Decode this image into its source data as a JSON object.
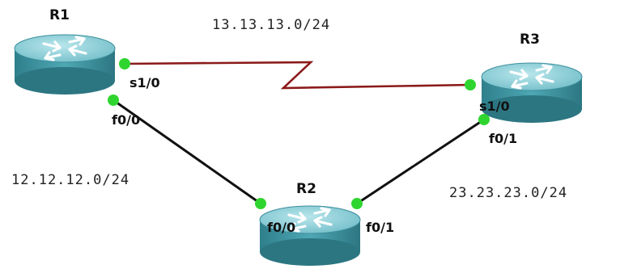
{
  "routers": {
    "r1": {
      "name": "R1"
    },
    "r2": {
      "name": "R2"
    },
    "r3": {
      "name": "R3"
    }
  },
  "links": {
    "r1_r3": {
      "network": "13.13.13.0/24",
      "r1_interface": "s1/0",
      "r3_interface": "s1/0",
      "type": "serial"
    },
    "r1_r2": {
      "network": "12.12.12.0/24",
      "r1_interface": "f0/0",
      "r2_interface": "f0/0",
      "type": "ethernet"
    },
    "r2_r3": {
      "network": "23.23.23.0/24",
      "r2_interface": "f0/1",
      "r3_interface": "f0/1",
      "type": "ethernet"
    }
  },
  "colors": {
    "serial_link": "#8b1a1a",
    "ethernet_link": "#111111",
    "interface_up": "#2fd52f",
    "router_top": "#7fc9d3",
    "router_side": "#3d8f9c"
  },
  "icons": {
    "router": "router-icon"
  }
}
